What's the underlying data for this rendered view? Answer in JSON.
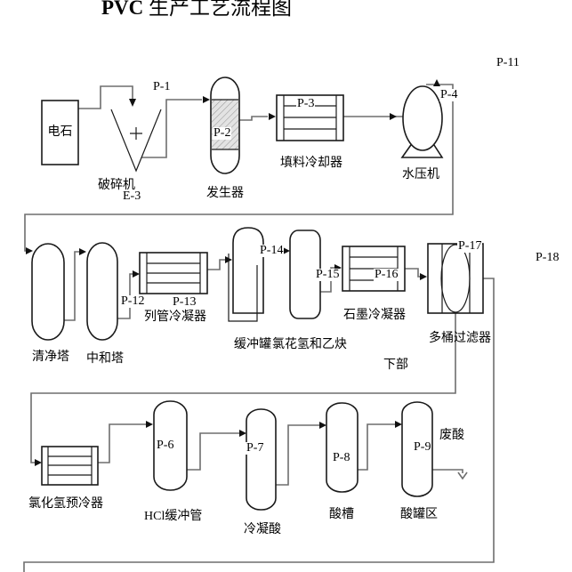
{
  "title": {
    "en": "PVC",
    "zh": " 生产工艺流程图"
  },
  "colors": {
    "background": "#ffffff",
    "outline": "#1a1a1a",
    "pipe": "#6e6e6e",
    "hatch_fill": "#e3e3e3",
    "hatch_line": "#9a9a9a",
    "text": "#000000"
  },
  "equipment": {
    "calcium_carbide": "电石",
    "crusher": "破碎机",
    "crusher_tag": "E-3",
    "generator": "发生器",
    "packing_cooler": "填料冷却器",
    "hydraulic_press": "水压机",
    "purification_tower": "清净塔",
    "neutralization_tower": "中和塔",
    "tube_condenser": "列管冷凝器",
    "buffer_tank": "缓冲罐",
    "hcl_and_acetylene": "氯花氢和乙炔",
    "graphite_condenser": "石墨冷凝器",
    "multi_barrel_filter": "多桶过滤器",
    "bottom_part": "下部",
    "hcl_precooler": "氯化氢预冷器",
    "hcl_buffer_pipe": "HCl缓冲管",
    "condensed_acid": "冷凝酸",
    "acid_tank": "酸槽",
    "acid_tank_area": "酸罐区",
    "waste_acid": "废酸"
  },
  "streams": {
    "p1": "P-1",
    "p2": "P-2",
    "p3": "P-3",
    "p4": "P-4",
    "p6": "P-6",
    "p7": "P-7",
    "p8": "P-8",
    "p9": "P-9",
    "p11": "P-11",
    "p12": "P-12",
    "p13": "P-13",
    "p14": "P-14",
    "p15": "P-15",
    "p16": "P-16",
    "p17": "P-17",
    "p18": "P-18"
  }
}
